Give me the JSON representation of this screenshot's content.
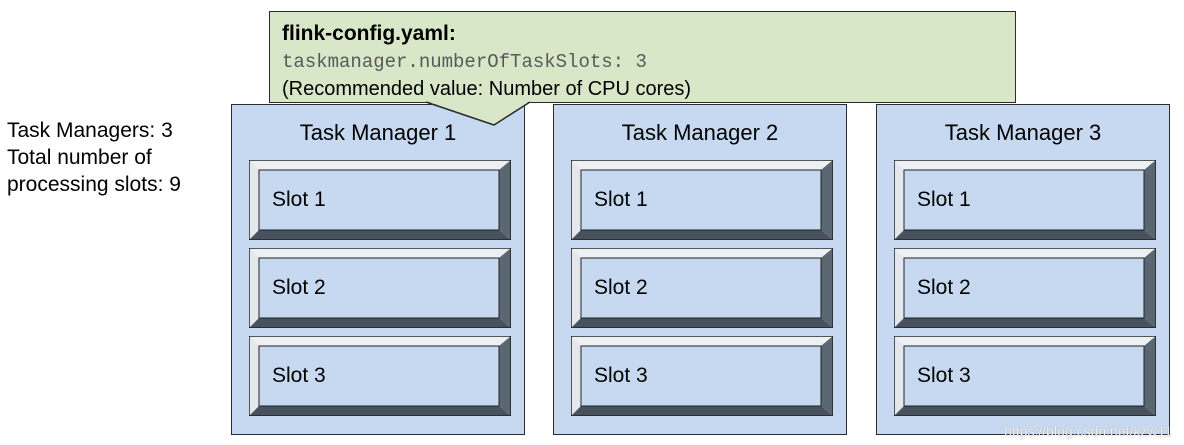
{
  "summary": {
    "line1": "Task Managers: 3",
    "line2": "Total number of",
    "line3": "processing slots: 9"
  },
  "config": {
    "title": "flink-config.yaml:",
    "code": "taskmanager.numberOfTaskSlots: 3",
    "note": "(Recommended value: Number of CPU cores)"
  },
  "task_managers": [
    {
      "title": "Task Manager 1",
      "slots": [
        "Slot 1",
        "Slot 2",
        "Slot 3"
      ]
    },
    {
      "title": "Task Manager 2",
      "slots": [
        "Slot 1",
        "Slot 2",
        "Slot 3"
      ]
    },
    {
      "title": "Task Manager 3",
      "slots": [
        "Slot 1",
        "Slot 2",
        "Slot 3"
      ]
    }
  ],
  "watermark": "https://blog.csdn.net/kzw11",
  "colors": {
    "task_manager_fill": "#c6d9f1",
    "config_fill": "#d7e7c8",
    "slot_bevel_dark": "#5b6673"
  }
}
